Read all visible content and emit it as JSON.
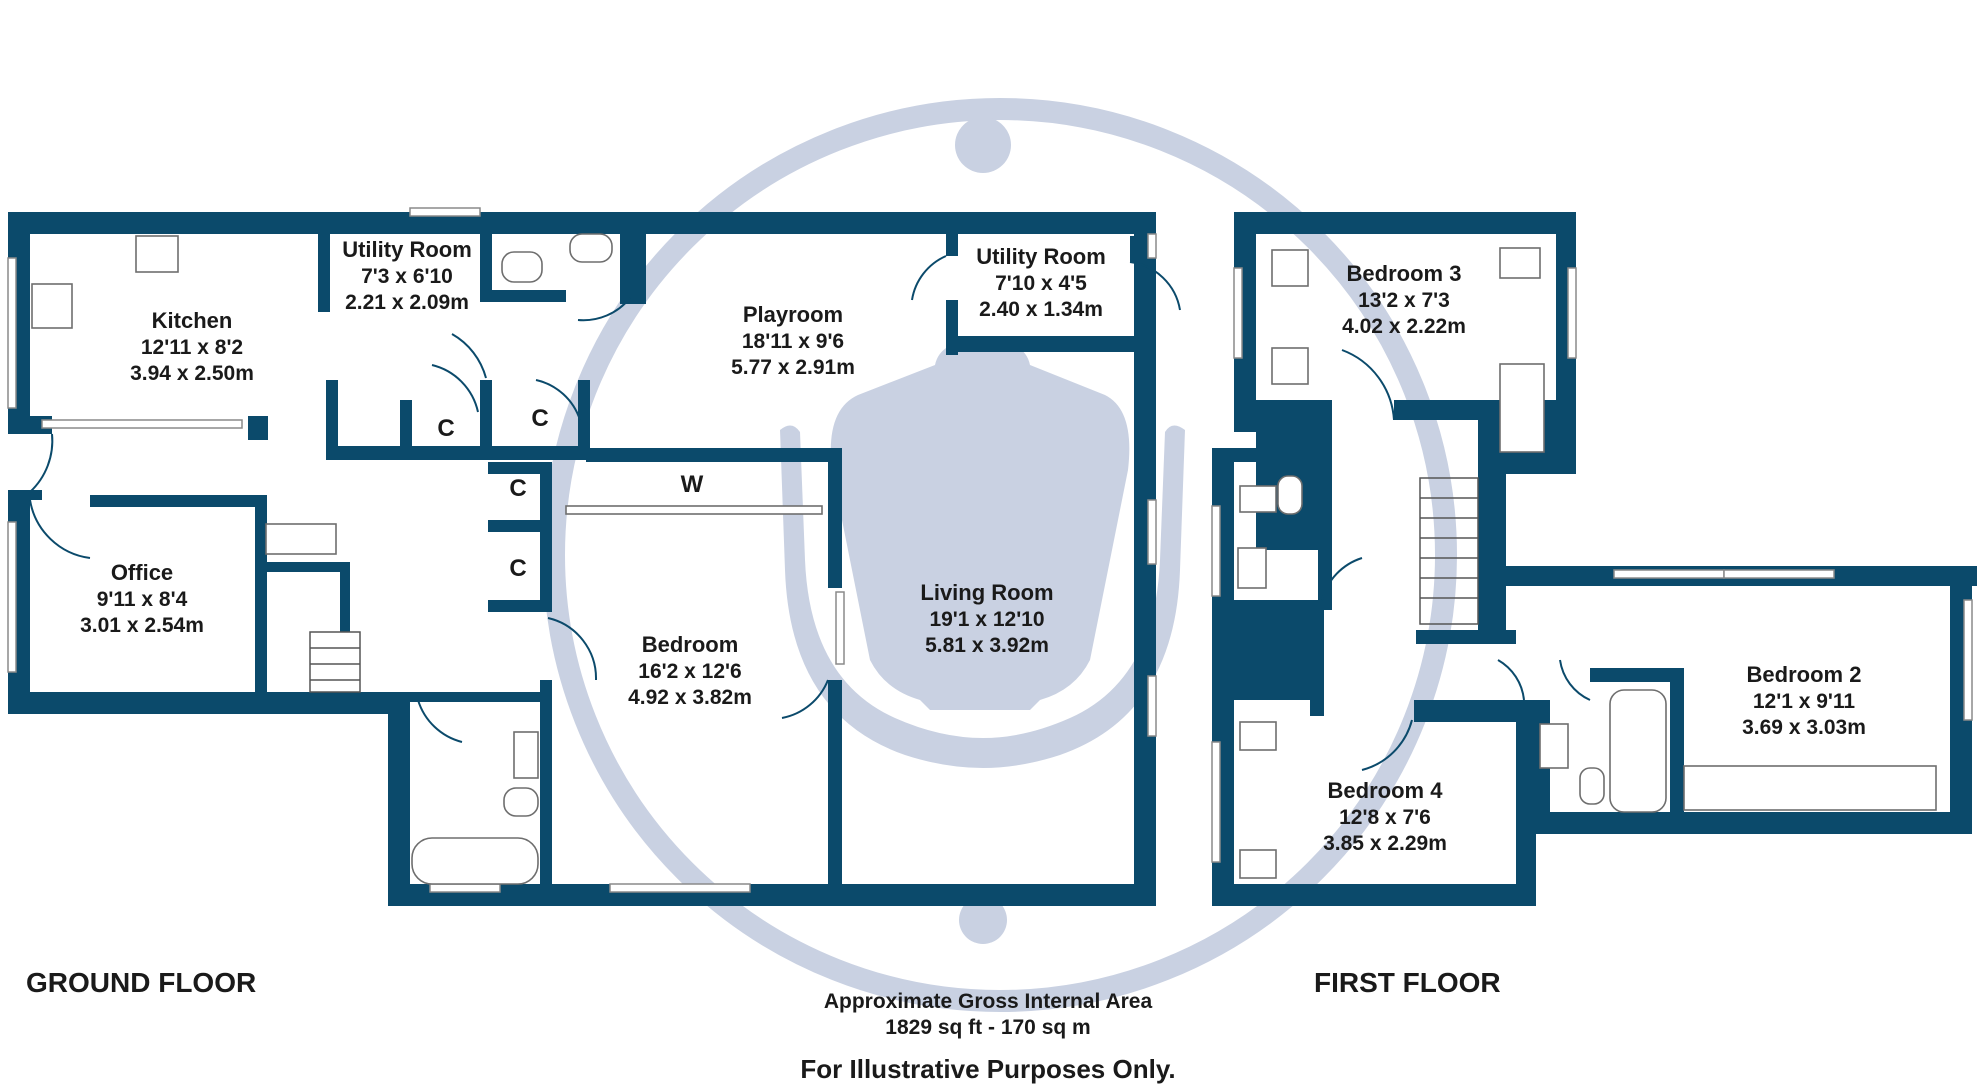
{
  "ground_floor": {
    "label": "GROUND FLOOR",
    "rooms": [
      {
        "name": "Kitchen",
        "imperial": "12'11 x 8'2",
        "metric": "3.94 x 2.50m"
      },
      {
        "name": "Utility Room",
        "imperial": "7'3 x 6'10",
        "metric": "2.21 x 2.09m"
      },
      {
        "name": "Playroom",
        "imperial": "18'11 x 9'6",
        "metric": "5.77 x 2.91m"
      },
      {
        "name": "Utility Room",
        "imperial": "7'10 x 4'5",
        "metric": "2.40 x 1.34m"
      },
      {
        "name": "Office",
        "imperial": "9'11 x 8'4",
        "metric": "3.01 x 2.54m"
      },
      {
        "name": "Bedroom",
        "imperial": "16'2 x 12'6",
        "metric": "4.92 x 3.82m"
      },
      {
        "name": "Living Room",
        "imperial": "19'1 x 12'10",
        "metric": "5.81 x 3.92m"
      }
    ],
    "cupboard_labels": [
      "C",
      "C",
      "C",
      "C"
    ],
    "wardrobe_label": "W"
  },
  "first_floor": {
    "label": "FIRST FLOOR",
    "rooms": [
      {
        "name": "Bedroom 3",
        "imperial": "13'2 x 7'3",
        "metric": "4.02 x 2.22m"
      },
      {
        "name": "Bedroom 2",
        "imperial": "12'1 x 9'11",
        "metric": "3.69 x 3.03m"
      },
      {
        "name": "Bedroom 4",
        "imperial": "12'8 x 7'6",
        "metric": "3.85 x 2.29m"
      }
    ]
  },
  "area": {
    "title": "Approximate Gross Internal Area",
    "value": "1829 sq ft - 170 sq m"
  },
  "disclaimer": "For Illustrative Purposes Only.",
  "colors": {
    "walls": "#0b4a6b",
    "watermark": "#c9d1e2"
  }
}
